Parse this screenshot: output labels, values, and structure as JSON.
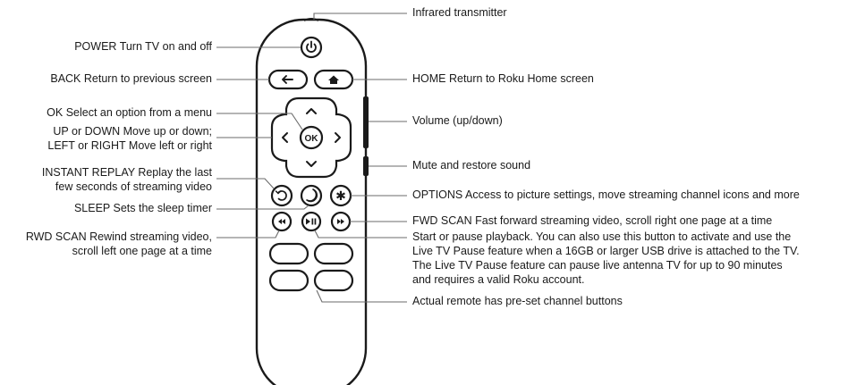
{
  "labels": {
    "infrared": "Infrared transmitter",
    "power": "POWER Turn TV on and off",
    "back": "BACK Return to previous screen",
    "home": "HOME Return to Roku Home screen",
    "ok": "OK Select an option from a menu",
    "volume": "Volume (up/down)",
    "updown_line1": "UP or DOWN Move up or down;",
    "updown_line2": "LEFT or RIGHT Move left or right",
    "mute": "Mute and restore sound",
    "replay_line1": "INSTANT REPLAY Replay the last",
    "replay_line2": "few seconds of streaming video",
    "options": "OPTIONS Access to picture settings, move streaming channel icons and more",
    "sleep": "SLEEP Sets the sleep timer",
    "fwd": "FWD SCAN Fast forward streaming video, scroll right one page at a time",
    "rwd_line1": "RWD SCAN Rewind streaming video,",
    "rwd_line2": "scroll left one page at a time",
    "play_line1": "Start or pause playback. You can also use this button to activate and use the",
    "play_line2": "Live TV Pause feature when a 16GB or larger USB drive is attached to the TV.",
    "play_line3": "The Live TV Pause feature can pause live antenna TV for up to 90 minutes",
    "play_line4": "and requires a valid Roku account.",
    "channels": "Actual remote has pre-set channel buttons"
  },
  "button_glyphs": {
    "power": "⏻",
    "back": "←",
    "home": "⌂",
    "up": "^",
    "down": "v",
    "left": "<",
    "right": ">",
    "ok": "OK",
    "replay": "↺",
    "sleep": "☽",
    "options": "✱",
    "rwd": "◂◂",
    "play": "▶II",
    "fwd": "▸▸"
  }
}
